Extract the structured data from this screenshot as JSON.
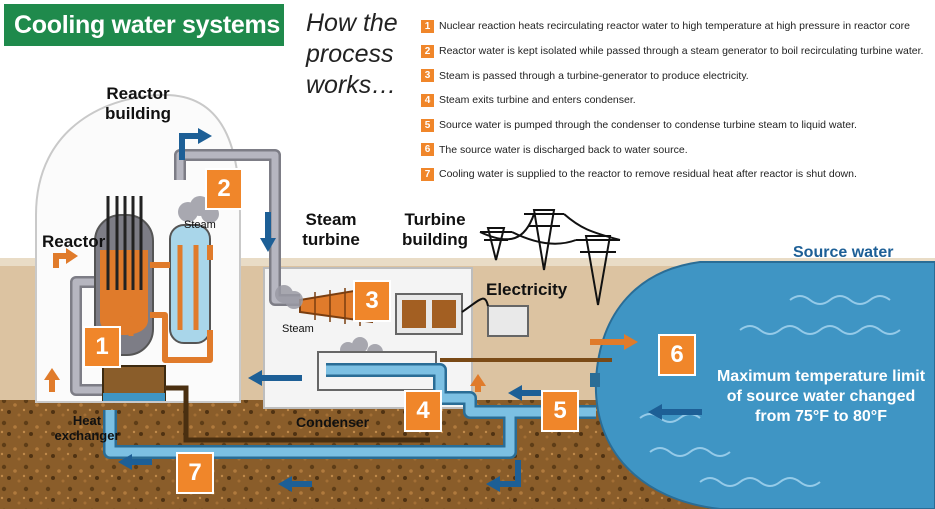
{
  "title": "Cooling water systems",
  "intro": "How the process works…",
  "steps": [
    {
      "num": "1",
      "text": "Nuclear reaction heats recirculating reactor water to high temperature at high pressure in reactor core"
    },
    {
      "num": "2",
      "text": "Reactor water is kept isolated while passed through a steam generator to boil recirculating turbine water."
    },
    {
      "num": "3",
      "text": "Steam is passed through a turbine-generator to produce electricity."
    },
    {
      "num": "4",
      "text": "Steam exits turbine and enters condenser."
    },
    {
      "num": "5",
      "text": "Source water is pumped through the condenser to condense turbine steam to liquid water."
    },
    {
      "num": "6",
      "text": "The source water is discharged back to water source."
    },
    {
      "num": "7",
      "text": "Cooling water is supplied to the reactor to remove residual heat after reactor is shut down."
    }
  ],
  "labels": {
    "reactor_building": "Reactor building",
    "reactor": "Reactor",
    "steam_top": "Steam",
    "steam_turbine": "Steam turbine",
    "turbine_building": "Turbine building",
    "electricity": "Electricity",
    "source_water": "Source water",
    "steam_bottom": "Steam",
    "condenser": "Condenser",
    "heat_exchanger": "Heat exchanger",
    "max_temp": "Maximum temperature limit of source water changed from 75°F to 80°F"
  },
  "colors": {
    "header_green": "#1f8a4c",
    "step_orange": "#f0862a",
    "water_blue": "#3f95c4",
    "hot_orange": "#e07b2b",
    "pipe_gray": "#9a9aa4",
    "ground_brown": "#8a5d2a"
  }
}
